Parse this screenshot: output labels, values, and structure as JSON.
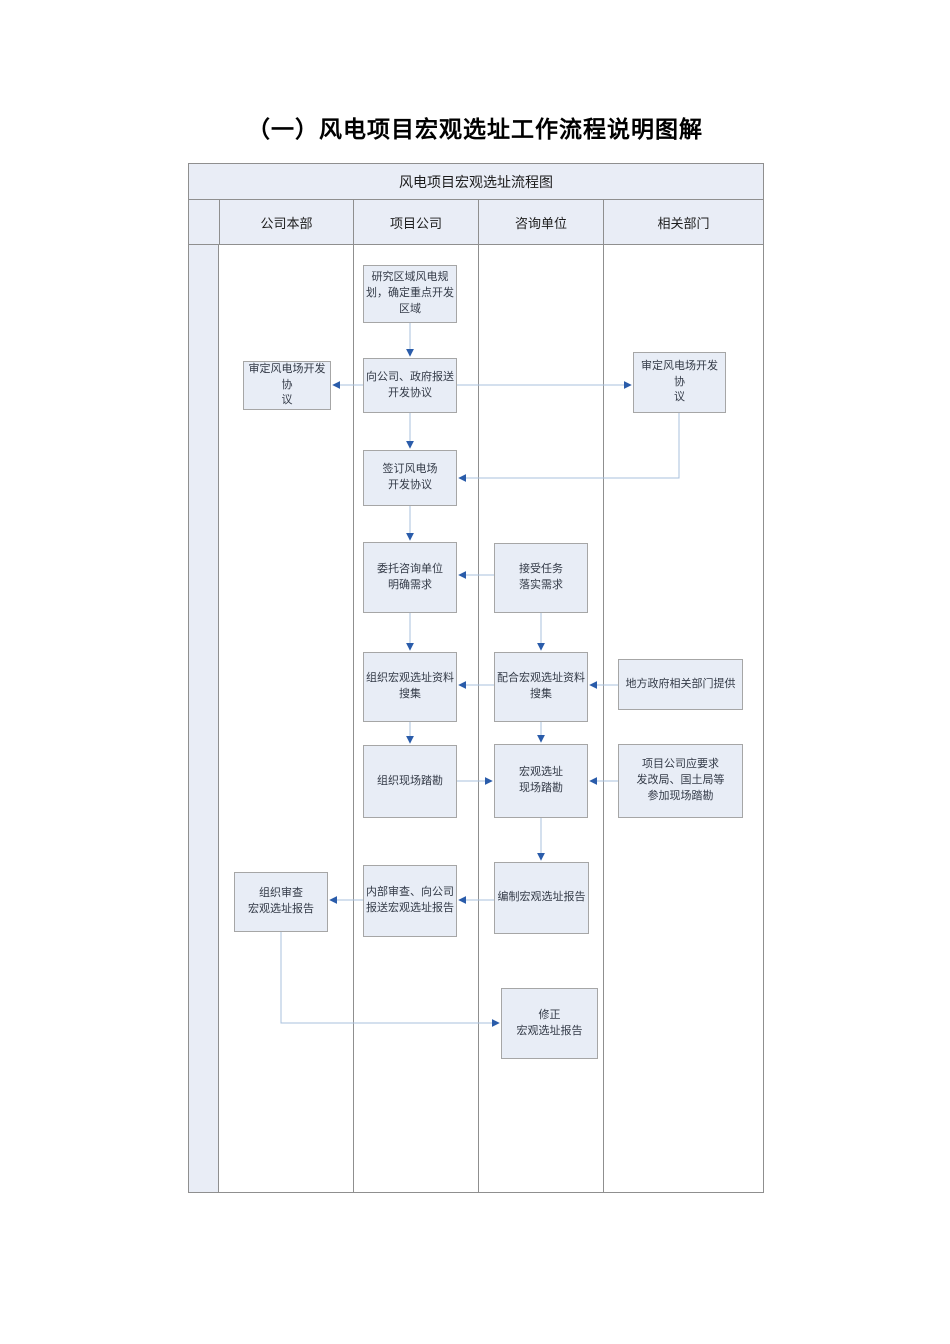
{
  "page": {
    "title": "（一）风电项目宏观选址工作流程说明图解"
  },
  "flowchart": {
    "title": "风电项目宏观选址流程图",
    "lanes": [
      {
        "label": "公司本部"
      },
      {
        "label": "项目公司"
      },
      {
        "label": "咨询单位"
      },
      {
        "label": "相关部门"
      }
    ],
    "boxes": [
      {
        "id": "research-planning",
        "lane": "项目公司",
        "label": "研究区域风电规\n划，确定重点开发\n区域"
      },
      {
        "id": "hq-approve-agreement",
        "lane": "公司本部",
        "label": "审定风电场开发协\n议"
      },
      {
        "id": "submit-agreement",
        "lane": "项目公司",
        "label": "向公司、政府报送\n开发协议"
      },
      {
        "id": "dept-approve-agreement",
        "lane": "相关部门",
        "label": "审定风电场开发协\n议"
      },
      {
        "id": "sign-agreement",
        "lane": "项目公司",
        "label": "签订风电场\n开发协议"
      },
      {
        "id": "entrust-consultant",
        "lane": "项目公司",
        "label": "委托咨询单位\n明确需求"
      },
      {
        "id": "accept-task",
        "lane": "咨询单位",
        "label": "接受任务\n落实需求"
      },
      {
        "id": "organize-data-collection",
        "lane": "项目公司",
        "label": "组织宏观选址资料\n搜集"
      },
      {
        "id": "assist-data-collection",
        "lane": "咨询单位",
        "label": "配合宏观选址资料\n搜集"
      },
      {
        "id": "gov-provide-data",
        "lane": "相关部门",
        "label": "地方政府相关部门提供"
      },
      {
        "id": "organize-site-survey",
        "lane": "项目公司",
        "label": "组织现场踏勘"
      },
      {
        "id": "macro-site-survey",
        "lane": "咨询单位",
        "label": "宏观选址\n现场踏勘"
      },
      {
        "id": "dept-join-survey",
        "lane": "相关部门",
        "label": "项目公司应要求\n发改局、国土局等\n参加现场踏勘"
      },
      {
        "id": "hq-review-report",
        "lane": "公司本部",
        "label": "组织审查\n宏观选址报告"
      },
      {
        "id": "internal-review-report",
        "lane": "项目公司",
        "label": "内部审查、向公司\n报送宏观选址报告"
      },
      {
        "id": "compile-report",
        "lane": "咨询单位",
        "label": "编制宏观选址报告"
      },
      {
        "id": "revise-report",
        "lane": "咨询单位",
        "label": "修正\n宏观选址报告"
      }
    ],
    "edges": [
      {
        "from": "research-planning",
        "to": "submit-agreement"
      },
      {
        "from": "submit-agreement",
        "to": "hq-approve-agreement"
      },
      {
        "from": "submit-agreement",
        "to": "dept-approve-agreement"
      },
      {
        "from": "submit-agreement",
        "to": "sign-agreement"
      },
      {
        "from": "dept-approve-agreement",
        "to": "sign-agreement"
      },
      {
        "from": "sign-agreement",
        "to": "entrust-consultant"
      },
      {
        "from": "accept-task",
        "to": "entrust-consultant"
      },
      {
        "from": "entrust-consultant",
        "to": "organize-data-collection"
      },
      {
        "from": "accept-task",
        "to": "assist-data-collection"
      },
      {
        "from": "gov-provide-data",
        "to": "assist-data-collection"
      },
      {
        "from": "assist-data-collection",
        "to": "organize-data-collection"
      },
      {
        "from": "organize-data-collection",
        "to": "organize-site-survey"
      },
      {
        "from": "assist-data-collection",
        "to": "macro-site-survey"
      },
      {
        "from": "organize-site-survey",
        "to": "macro-site-survey"
      },
      {
        "from": "dept-join-survey",
        "to": "macro-site-survey"
      },
      {
        "from": "macro-site-survey",
        "to": "compile-report"
      },
      {
        "from": "compile-report",
        "to": "internal-review-report"
      },
      {
        "from": "internal-review-report",
        "to": "hq-review-report"
      },
      {
        "from": "hq-review-report",
        "to": "revise-report"
      }
    ]
  },
  "colors": {
    "box_fill": "#e8edf6",
    "header_fill": "#e9edf6",
    "border_gray": "#8f8f8f",
    "box_border": "#a6a6a6",
    "connector_line": "#a9c0dc",
    "arrowhead_blue": "#2a5caa"
  }
}
